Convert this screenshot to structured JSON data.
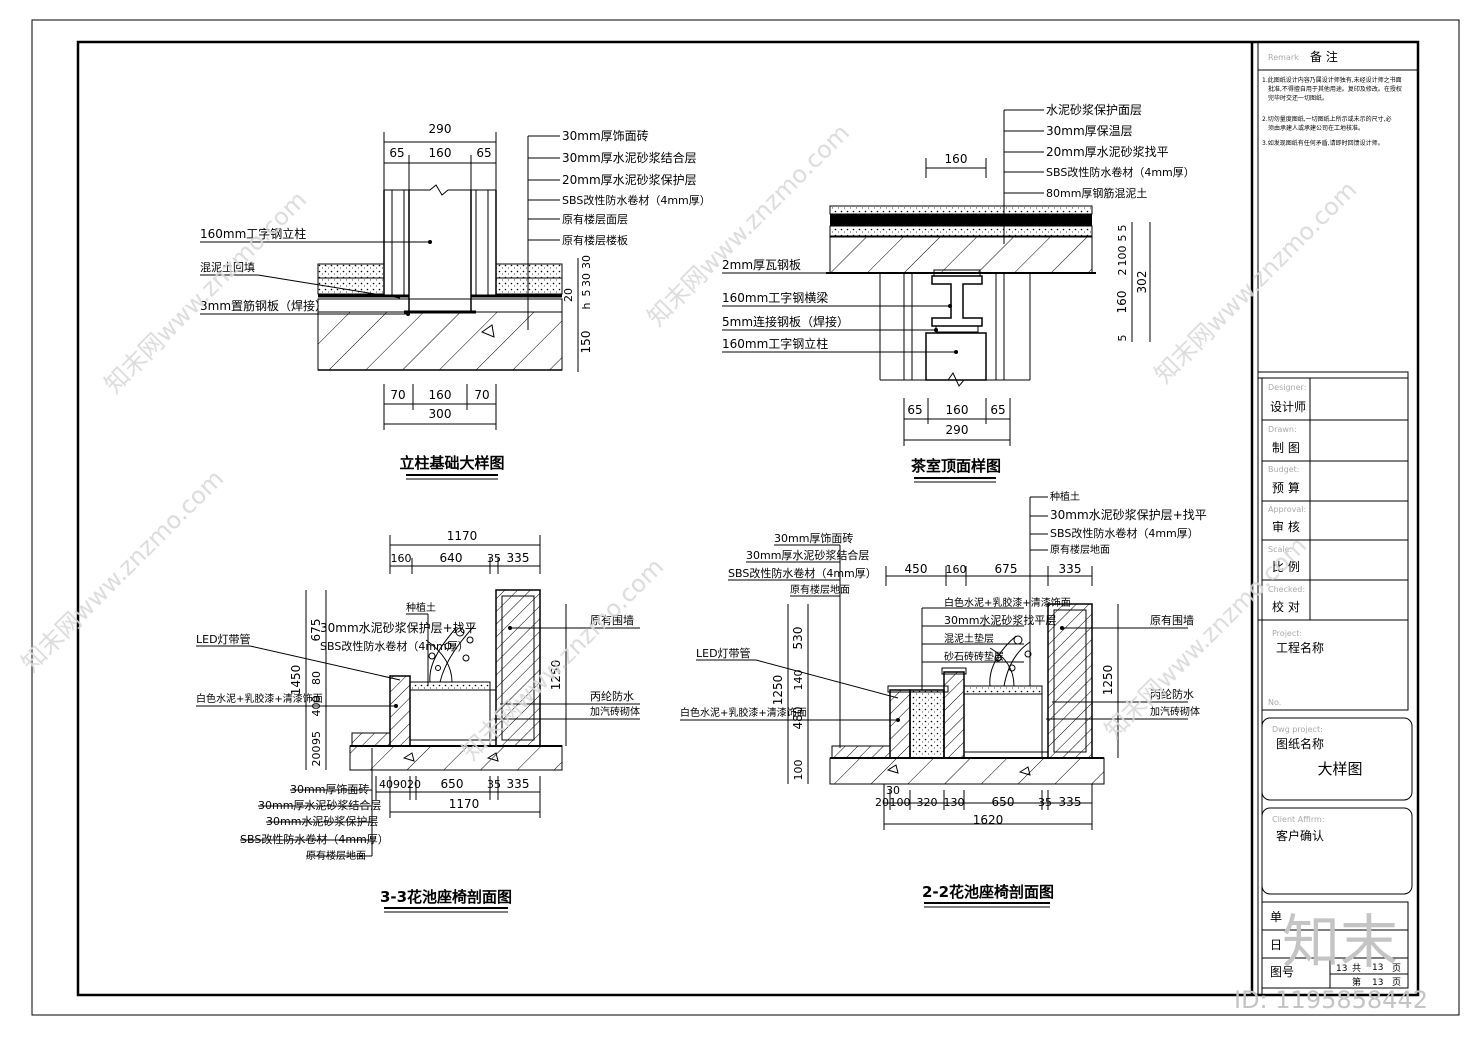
{
  "detail1": {
    "title": "立柱基础大样图",
    "top_dims": [
      "290",
      "65",
      "160",
      "65"
    ],
    "layers": [
      "30mm厚饰面砖",
      "30mm厚水泥砂浆结合层",
      "20mm厚水泥砂浆保护层",
      "SBS改性防水卷材（4mm厚）",
      "原有楼层面层",
      "原有楼层楼板"
    ],
    "left_labels": [
      "160mm工字钢立柱",
      "混泥土回填",
      "3mm置筋钢板（焊接）"
    ],
    "right_dims": [
      "30",
      "30",
      "5",
      "20",
      "h",
      "150"
    ],
    "bottom_dims": [
      "70",
      "160",
      "70",
      "300"
    ]
  },
  "detail2": {
    "title": "茶室顶面样图",
    "layers": [
      "水泥砂浆保护面层",
      "30mm厚保温层",
      "20mm厚水泥砂浆找平",
      "SBS改性防水卷材（4mm厚）",
      "80mm厚钢筋混泥土"
    ],
    "left_labels": [
      "2mm厚瓦钢板",
      "160mm工字钢横梁",
      "5mm连接钢板（焊接）",
      "160mm工字钢立柱"
    ],
    "top_dim": "160",
    "right_dims": [
      "5",
      "5",
      "100",
      "2",
      "160",
      "5",
      "302"
    ],
    "bottom_dims": [
      "65",
      "160",
      "65",
      "290"
    ]
  },
  "detail3": {
    "title": "3-3花池座椅剖面图",
    "top_dims": [
      "1170",
      "160",
      "640",
      "35",
      "335"
    ],
    "left_dims": [
      "675",
      "1450",
      "80",
      "400",
      "200",
      "95"
    ],
    "upper_labels": [
      "种植土",
      "30mm水泥砂浆保护层+找平",
      "SBS改性防水卷材（4mm厚）"
    ],
    "left_labels": [
      "LED灯带管",
      "白色水泥+乳胶漆+清漆饰面"
    ],
    "right_labels": [
      "原有围墙",
      "丙纶防水",
      "加汽砖砌体"
    ],
    "right_dim": "1250",
    "bottom_dims": [
      "40",
      "90",
      "20",
      "650",
      "35",
      "335",
      "1170"
    ],
    "bottom_labels": [
      "30mm厚饰面砖",
      "30mm厚水泥砂浆结合层",
      "30mm水泥砂浆保护层",
      "SBS改性防水卷材（4mm厚）",
      "原有楼层地面"
    ]
  },
  "detail4": {
    "title": "2-2花池座椅剖面图",
    "top_labels": [
      "种植土",
      "30mm水泥砂浆保护层+找平",
      "SBS改性防水卷材（4mm厚）",
      "原有楼层地面"
    ],
    "left_layers": [
      "30mm厚饰面砖",
      "30mm厚水泥砂浆结合层",
      "SBS改性防水卷材（4mm厚）",
      "原有楼层地面"
    ],
    "top_dims": [
      "450",
      "160",
      "675",
      "335"
    ],
    "inner_labels": [
      "白色水泥+乳胶漆+清漆饰面",
      "30mm水泥砂浆找平层",
      "混泥土垫层",
      "砂石砖砖垫层"
    ],
    "left_labels": [
      "LED灯带管",
      "白色水泥+乳胶漆+清漆饰面"
    ],
    "left_dims": [
      "530",
      "1250",
      "140",
      "480",
      "100"
    ],
    "right_labels": [
      "原有围墙",
      "丙纶防水",
      "加汽砖砌体"
    ],
    "right_dim": "1250",
    "bottom_dims": [
      "30",
      "20",
      "100",
      "320",
      "130",
      "650",
      "35",
      "335",
      "1620"
    ]
  },
  "titleblock": {
    "remark_en": "Remark",
    "remark_cn": "备 注",
    "notes": [
      "1.此图纸设计内容乃属设计师独有,未经设计师之书面",
      "批准,不得擅自用于其他用途。复印及修改。在授权",
      "完毕时交还一切图纸。",
      "2.切勿量度图纸,一切图纸上所示或未示的尺寸,必",
      "须由承建人或承建公司在工地核准。",
      "3.如发现图纸有任何矛盾,请即时回馈设计师。"
    ],
    "rows": [
      {
        "en": "Designer:",
        "cn": "设计师"
      },
      {
        "en": "Drawn:",
        "cn": "制 图"
      },
      {
        "en": "Budget:",
        "cn": "预 算"
      },
      {
        "en": "Approval:",
        "cn": "审 核"
      },
      {
        "en": "Scale:",
        "cn": "比 例"
      },
      {
        "en": "Checked:",
        "cn": "校 对"
      }
    ],
    "project_en": "Project:",
    "project_cn": "工程名称",
    "project_no": "No.",
    "dwg_en": "Dwg project:",
    "dwg_cn": "图纸名称",
    "dwg_value": "大样图",
    "client_en": "Client Affirm:",
    "client_cn": "客户确认",
    "unit_label": "单",
    "date_label": "日",
    "sheet_label": "图号",
    "sheet_no": "13",
    "total_label": "共",
    "total_value": "13",
    "page_label": "页",
    "current_label": "第",
    "current_value": "13"
  },
  "watermarks": {
    "site": "知末网www.znzmo.com",
    "logo": "知末",
    "id": "ID: 1195858442"
  }
}
